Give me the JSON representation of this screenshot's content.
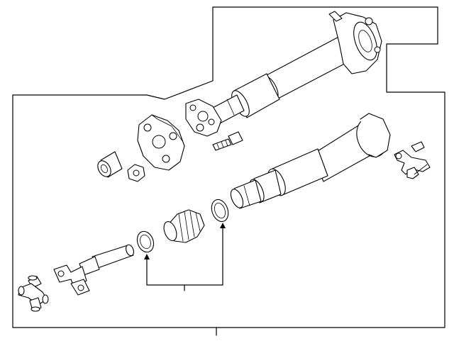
{
  "diagram": {
    "parts": [
      {
        "name": "rear-shaft-assembly"
      },
      {
        "name": "front-shaft-assembly"
      },
      {
        "name": "flex-coupling"
      },
      {
        "name": "spacer-bushing"
      },
      {
        "name": "coupling-nut"
      },
      {
        "name": "coupling-bolt"
      },
      {
        "name": "center-bearing-bracket"
      },
      {
        "name": "boot"
      },
      {
        "name": "boot-clamp-left"
      },
      {
        "name": "boot-clamp-right"
      },
      {
        "name": "slip-yoke"
      },
      {
        "name": "universal-joint-cross"
      }
    ],
    "callouts": []
  }
}
